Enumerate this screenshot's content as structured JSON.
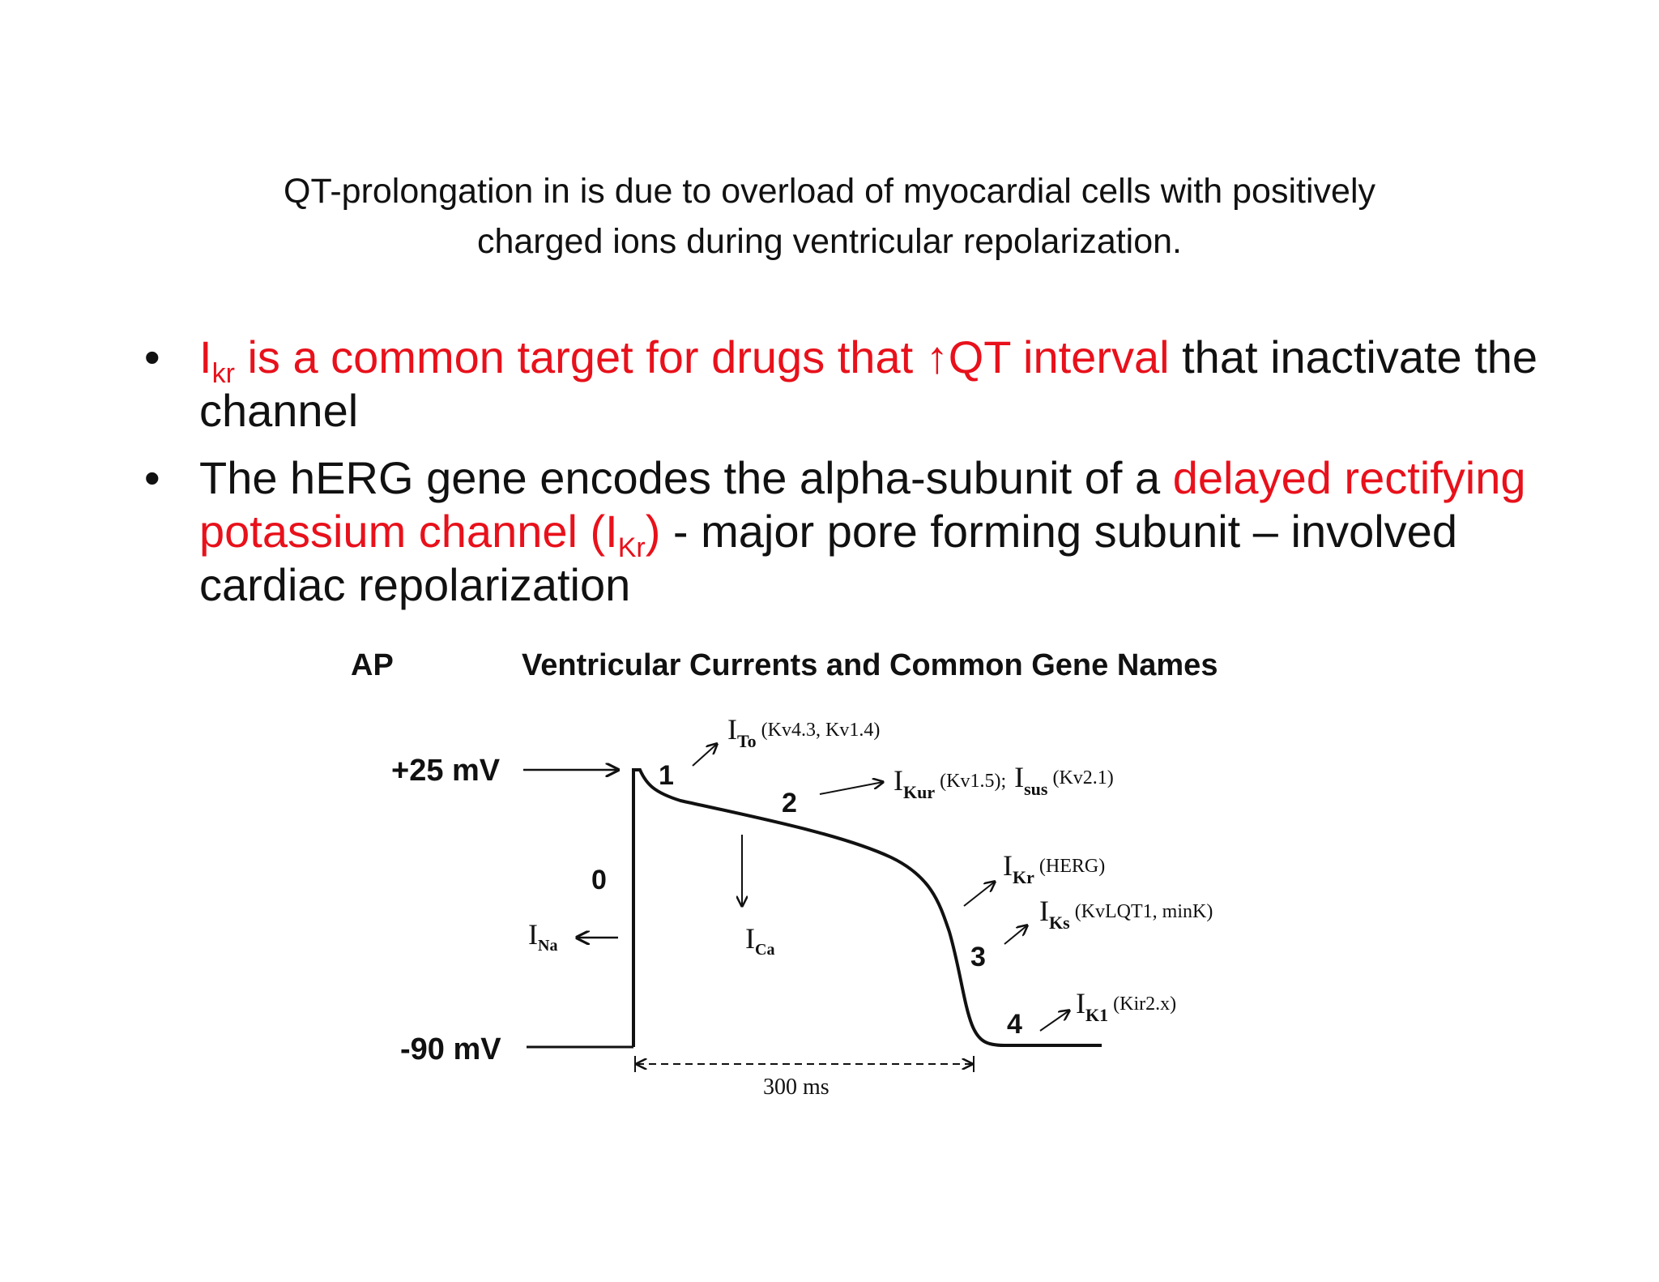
{
  "slide": {
    "heading_line1": "QT-prolongation in is due to overload of myocardial cells with positively",
    "heading_line2": "charged ions during ventricular repolarization.",
    "bullets": [
      {
        "dot": "•",
        "ikr_base": "I",
        "ikr_sub": "kr",
        "red_text": " is a common target for drugs that ",
        "arrow": "↑",
        "red_text2": "QT interval",
        "black_text": " that inactivate the channel"
      },
      {
        "dot": "•",
        "text1": "The hERG gene encodes the alpha-subunit of a ",
        "red1": "delayed rectifying potassium channel (I",
        "red_sub": "Kr",
        "red2": ")",
        "text2": " - major pore forming subunit – involved cardiac repolarization"
      }
    ]
  },
  "figure": {
    "ap_label": "AP",
    "title": "Ventricular Currents and Common Gene Names",
    "voltage_top": "+25 mV",
    "voltage_bottom": "-90 mV",
    "phases": [
      "0",
      "1",
      "2",
      "3",
      "4"
    ],
    "duration_label": "300 ms",
    "currents": [
      {
        "base": "I",
        "sub": "To",
        "gene": "(Kv4.3, Kv1.4)"
      },
      {
        "base": "I",
        "sub": "Kur",
        "gene": "(Kv1.5);"
      },
      {
        "base": "I",
        "sub": "sus",
        "gene": "(Kv2.1)"
      },
      {
        "base": "I",
        "sub": "Kr",
        "gene": "(HERG)"
      },
      {
        "base": "I",
        "sub": "Ks",
        "gene": "(KvLQT1, minK)"
      },
      {
        "base": "I",
        "sub": "K1",
        "gene": "(Kir2.x)"
      },
      {
        "base": "I",
        "sub": "Na",
        "gene": ""
      },
      {
        "base": "I",
        "sub": "Ca",
        "gene": ""
      }
    ],
    "colors": {
      "accent_red": "#e8111b",
      "ink": "#111111"
    }
  }
}
